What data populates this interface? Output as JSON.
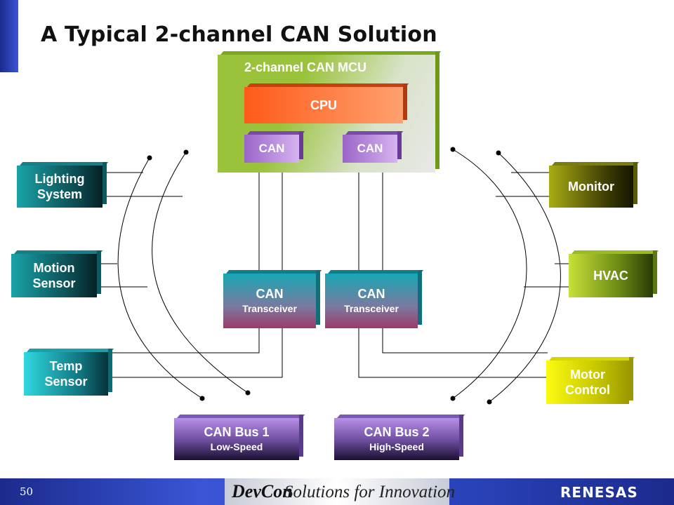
{
  "title": "A Typical 2-channel CAN Solution",
  "mcu": {
    "label": "2-channel CAN MCU",
    "cpu": "CPU",
    "can1": "CAN",
    "can2": "CAN"
  },
  "transceivers": [
    {
      "title": "CAN",
      "subtitle": "Transceiver"
    },
    {
      "title": "CAN",
      "subtitle": "Transceiver"
    }
  ],
  "buses": [
    {
      "title": "CAN Bus 1",
      "subtitle": "Low-Speed"
    },
    {
      "title": "CAN Bus 2",
      "subtitle": "High-Speed"
    }
  ],
  "left_nodes": [
    {
      "line1": "Lighting",
      "line2": "System"
    },
    {
      "line1": "Motion",
      "line2": "Sensor"
    },
    {
      "line1": "Temp",
      "line2": "Sensor"
    }
  ],
  "right_nodes": [
    {
      "line1": "Monitor",
      "line2": ""
    },
    {
      "line1": "HVAC",
      "line2": ""
    },
    {
      "line1": "Motor",
      "line2": "Control"
    }
  ],
  "footer": {
    "page_number": "50",
    "event_logo": "DevCon",
    "tagline": "Solutions for Innovation",
    "company_logo": "RENESAS"
  }
}
